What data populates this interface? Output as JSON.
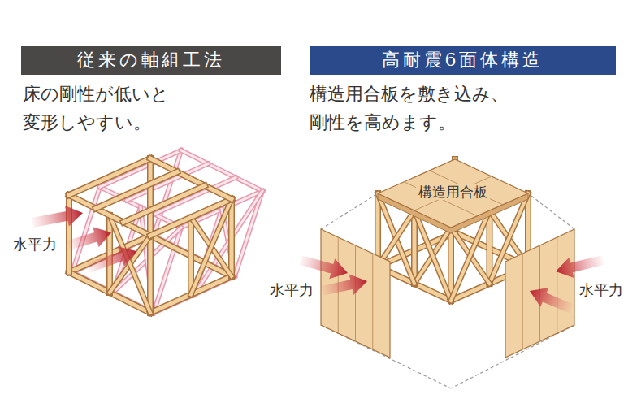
{
  "diagram": {
    "nodes": [
      {
        "text": [
          "従来の軸組工法"
        ]
      },
      {
        "text": [
          "高耐震6面体構造"
        ]
      }
    ],
    "labels": [
      "床の剛性が低いと 変形しやすい。",
      "構造用合板を敷き込み、 剛性を高めます。",
      "水平力",
      "構造用合板",
      "水平力",
      "水平力"
    ]
  }
}
